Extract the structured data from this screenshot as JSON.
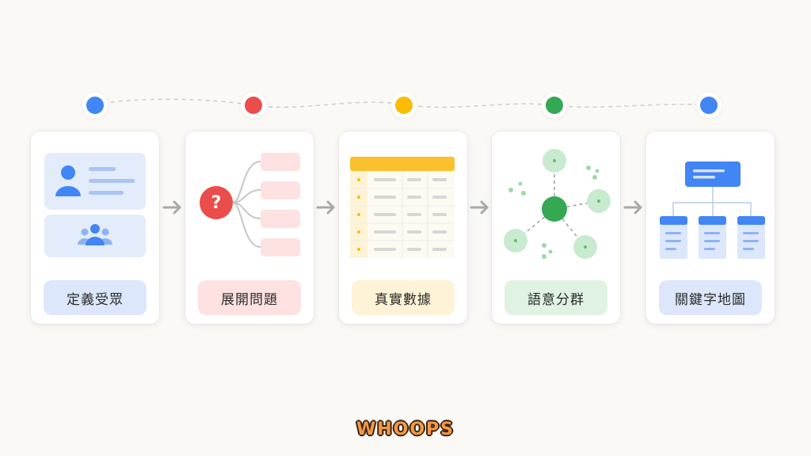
{
  "steps": [
    {
      "label": "定義受眾",
      "color": "#4285f4",
      "pill_bg": "#dce7fb",
      "illustration": "audience-profile-cards"
    },
    {
      "label": "展開問題",
      "color": "#ea4d4a",
      "pill_bg": "#fde2e1",
      "illustration": "question-branch"
    },
    {
      "label": "真實數據",
      "color": "#fbbc05",
      "pill_bg": "#fef3d6",
      "illustration": "data-table"
    },
    {
      "label": "語意分群",
      "color": "#34a853",
      "pill_bg": "#dff2e3",
      "illustration": "cluster-network"
    },
    {
      "label": "關鍵字地圖",
      "color": "#4285f4",
      "pill_bg": "#dce7fb",
      "illustration": "keyword-tree"
    }
  ],
  "question_mark": "?",
  "brand": "WHOOPS"
}
